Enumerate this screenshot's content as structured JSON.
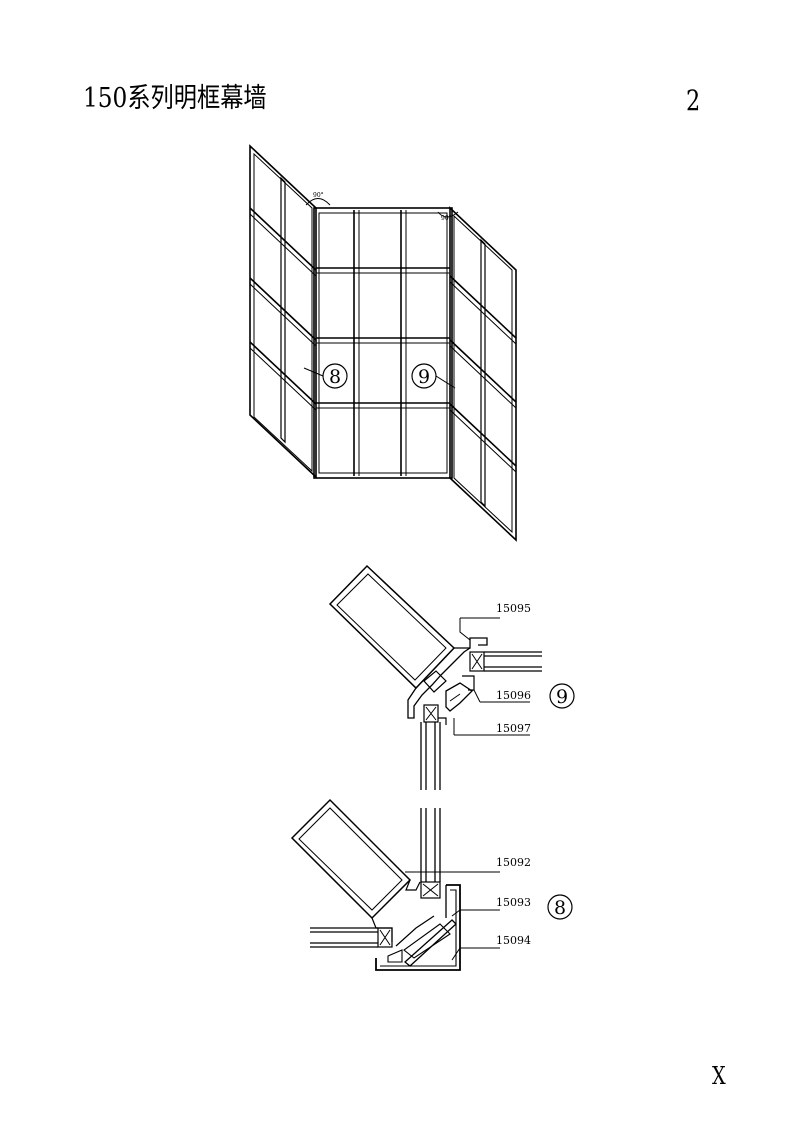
{
  "header": {
    "title": "150系列明框幕墙",
    "page_number": "2"
  },
  "footer": {
    "corner_mark": "X"
  },
  "elevation": {
    "callout_8": "8",
    "callout_9": "9"
  },
  "section": {
    "part_15095": "15095",
    "part_15096": "15096",
    "part_15097": "15097",
    "part_15092": "15092",
    "part_15093": "15093",
    "part_15094": "15094",
    "callout_9": "9",
    "callout_8": "8"
  },
  "colors": {
    "line": "#000000",
    "background": "#ffffff"
  }
}
